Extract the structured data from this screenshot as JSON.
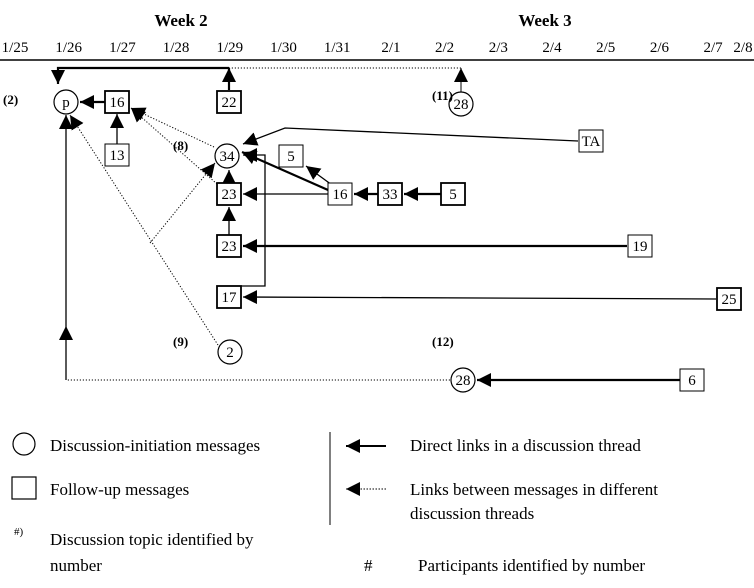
{
  "header": {
    "weeks": [
      "Week 2",
      "Week 3"
    ],
    "dates": [
      "1/25",
      "1/26",
      "1/27",
      "1/28",
      "1/29",
      "1/30",
      "1/31",
      "2/1",
      "2/2",
      "2/3",
      "2/4",
      "2/5",
      "2/6",
      "2/7",
      "2/8"
    ]
  },
  "topics": [
    {
      "id": "t2",
      "label": "(2)"
    },
    {
      "id": "t8",
      "label": "(8)"
    },
    {
      "id": "t9",
      "label": "(9)"
    },
    {
      "id": "t11",
      "label": "(11)"
    },
    {
      "id": "t12",
      "label": "(12)"
    }
  ],
  "nodes": [
    {
      "id": "p",
      "label": "p",
      "shape": "circle"
    },
    {
      "id": "n16a",
      "label": "16",
      "shape": "box"
    },
    {
      "id": "n13",
      "label": "13",
      "shape": "box"
    },
    {
      "id": "n22",
      "label": "22",
      "shape": "box"
    },
    {
      "id": "n28a",
      "label": "28",
      "shape": "circle"
    },
    {
      "id": "nTA",
      "label": "TA",
      "shape": "box"
    },
    {
      "id": "n34",
      "label": "34",
      "shape": "circle"
    },
    {
      "id": "n5a",
      "label": "5",
      "shape": "box"
    },
    {
      "id": "n16b",
      "label": "16",
      "shape": "box"
    },
    {
      "id": "n33",
      "label": "33",
      "shape": "box"
    },
    {
      "id": "n5b",
      "label": "5",
      "shape": "box"
    },
    {
      "id": "n23a",
      "label": "23",
      "shape": "box"
    },
    {
      "id": "n23b",
      "label": "23",
      "shape": "box"
    },
    {
      "id": "n19",
      "label": "19",
      "shape": "box"
    },
    {
      "id": "n17",
      "label": "17",
      "shape": "box"
    },
    {
      "id": "n25",
      "label": "25",
      "shape": "box"
    },
    {
      "id": "n2",
      "label": "2",
      "shape": "circle"
    },
    {
      "id": "n28b",
      "label": "28",
      "shape": "circle"
    },
    {
      "id": "n6",
      "label": "6",
      "shape": "box"
    }
  ],
  "edges": [
    {
      "from": "n22",
      "to": "p",
      "style": "solid"
    },
    {
      "from": "n28a",
      "to": "n22",
      "style": "dotted"
    },
    {
      "from": "n16a",
      "to": "p",
      "style": "solid"
    },
    {
      "from": "n13",
      "to": "n16a",
      "style": "solid"
    },
    {
      "from": "n34",
      "to": "n16a",
      "style": "dotted"
    },
    {
      "from": "n23a",
      "to": "n16a",
      "style": "dotted"
    },
    {
      "from": "n2",
      "to": "p",
      "style": "dotted"
    },
    {
      "from": "n23a",
      "to": "n34",
      "style": "solid"
    },
    {
      "from": "n23b",
      "to": "n23a",
      "style": "solid"
    },
    {
      "from": "n16b",
      "to": "n23a",
      "style": "solid"
    },
    {
      "from": "n16b",
      "to": "n34",
      "style": "solid"
    },
    {
      "from": "n16b",
      "to": "n5a",
      "style": "solid"
    },
    {
      "from": "n33",
      "to": "n16b",
      "style": "solid"
    },
    {
      "from": "n5b",
      "to": "n33",
      "style": "solid"
    },
    {
      "from": "nTA",
      "to": "n34",
      "style": "solid"
    },
    {
      "from": "n17",
      "to": "n34",
      "style": "solid"
    },
    {
      "from": "n19",
      "to": "n23b",
      "style": "solid"
    },
    {
      "from": "n25",
      "to": "n17",
      "style": "solid"
    },
    {
      "from": "n6",
      "to": "n28b",
      "style": "solid"
    },
    {
      "from": "n28b",
      "to": "p",
      "style": "dotted"
    }
  ],
  "legend": {
    "circle_label": "Discussion-initiation messages",
    "box_label": "Follow-up messages",
    "topic_symbol": "#)",
    "topic_label_1": "Discussion topic identified by",
    "topic_label_2": "number",
    "direct_label": "Direct links in a discussion thread",
    "indirect_label_1": "Links between messages in different",
    "indirect_label_2": "discussion threads",
    "participant_symbol": "#",
    "participant_label": "Participants identified by number"
  }
}
